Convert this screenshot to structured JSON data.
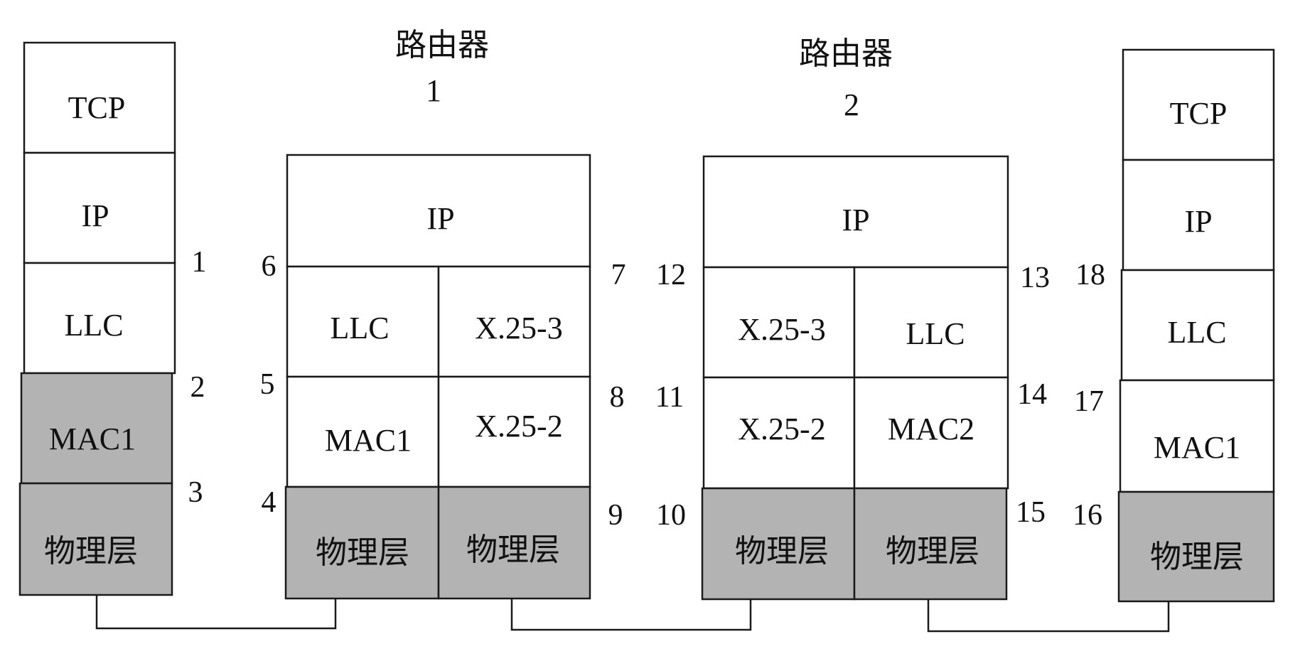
{
  "colors": {
    "line": "#1a1a1a",
    "physical_fill": "#b3b3b3",
    "box_fill": "#ffffff"
  },
  "routers": [
    {
      "name": "路由器",
      "number": "1"
    },
    {
      "name": "路由器",
      "number": "2"
    }
  ],
  "host_left": {
    "layers": [
      "TCP",
      "IP",
      "LLC",
      "MAC1",
      "物理层"
    ],
    "interfaces": [
      "1",
      "2",
      "3"
    ]
  },
  "router1": {
    "ip": "IP",
    "left_col": [
      "LLC",
      "MAC1",
      "物理层"
    ],
    "right_col": [
      "X.25-3",
      "X.25-2",
      "物理层"
    ],
    "left_interfaces": [
      "6",
      "5",
      "4"
    ],
    "right_interfaces": [
      "7",
      "8",
      "9"
    ]
  },
  "router2": {
    "ip": "IP",
    "left_col": [
      "X.25-3",
      "X.25-2",
      "物理层"
    ],
    "right_col": [
      "LLC",
      "MAC2",
      "物理层"
    ],
    "left_interfaces": [
      "12",
      "11",
      "10"
    ],
    "right_interfaces": [
      "13",
      "14",
      "15"
    ]
  },
  "host_right": {
    "layers": [
      "TCP",
      "IP",
      "LLC",
      "MAC1",
      "物理层"
    ],
    "interfaces": [
      "18",
      "17",
      "16"
    ]
  }
}
